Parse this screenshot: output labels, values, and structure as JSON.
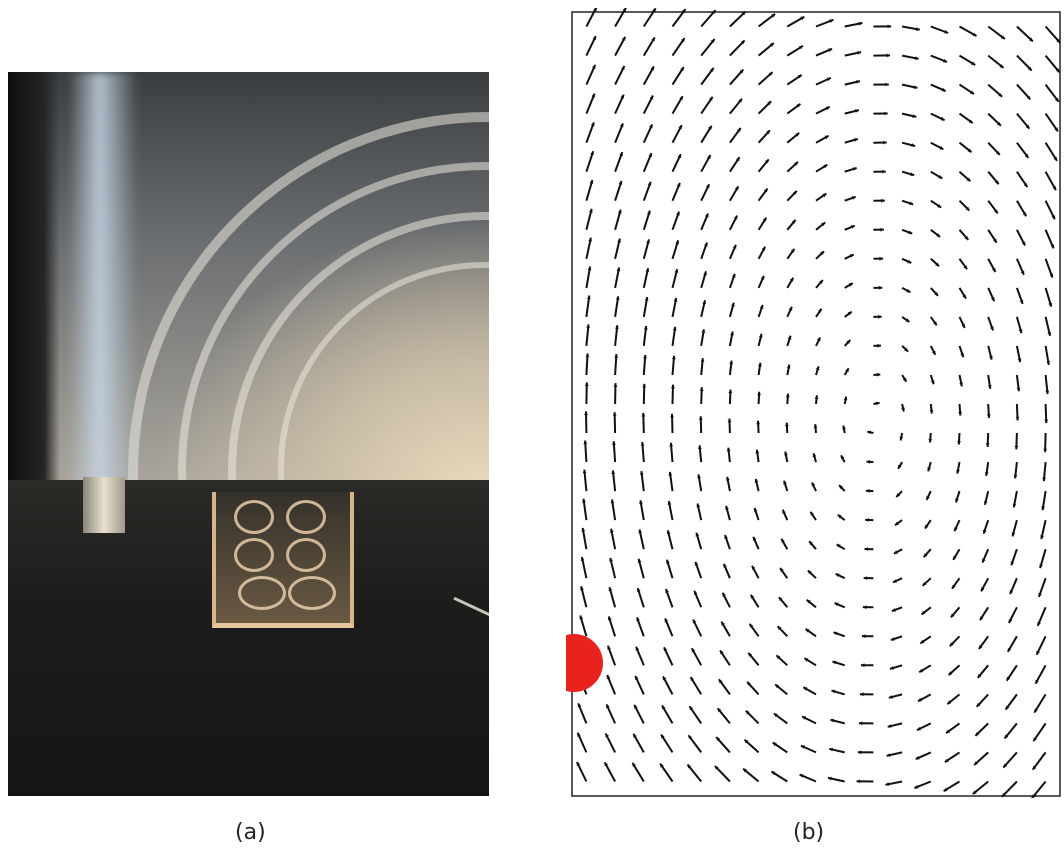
{
  "captions": {
    "a": "(a)",
    "b": "(b)"
  },
  "colors": {
    "marker": "#e8231d",
    "vectors": "#111111",
    "frame": "#222222"
  },
  "vector_field": {
    "description_type": "single clockwise recirculation vortex",
    "vortex_center": [
      0.62,
      0.52
    ],
    "marker": "red-dot-left-wall"
  }
}
